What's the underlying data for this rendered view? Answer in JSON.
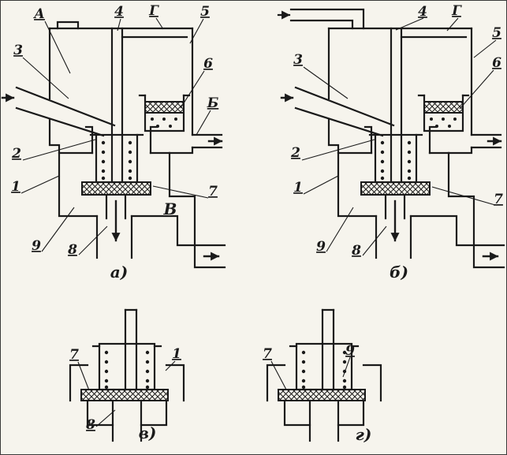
{
  "figure": {
    "kind": "scanned valve schematic with four views",
    "colors": {
      "ink": "#1a1a1a",
      "paper": "#f6f4ed"
    },
    "panels": {
      "a": {
        "caption": "а)",
        "labels": {
          "A": "А",
          "n4": "4",
          "G": "Г",
          "n5": "5",
          "n3": "3",
          "n6": "6",
          "B": "Б",
          "n2": "2",
          "n1": "1",
          "n7": "7",
          "V": "В",
          "n9": "9",
          "n8": "8"
        }
      },
      "b": {
        "caption": "б)",
        "labels": {
          "n4": "4",
          "G": "Г",
          "n5": "5",
          "n3": "3",
          "n6": "6",
          "n2": "2",
          "n1": "1",
          "n7": "7",
          "n9": "9",
          "n8": "8"
        }
      },
      "v": {
        "caption": "в)",
        "labels": {
          "n7": "7",
          "n1": "1",
          "n8": "8"
        }
      },
      "g": {
        "caption": "г)",
        "labels": {
          "n7": "7",
          "n9": "9"
        }
      }
    }
  }
}
